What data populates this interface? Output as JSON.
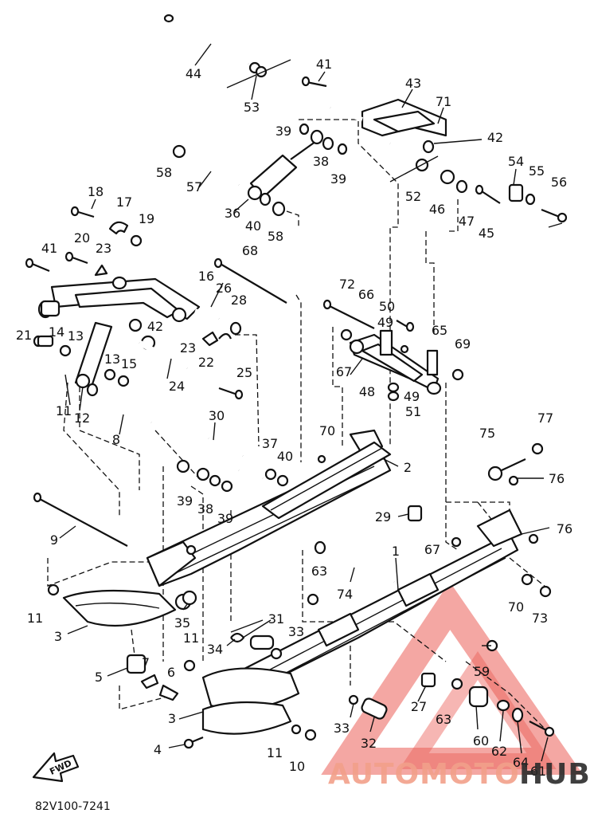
{
  "diagram": {
    "drawing_code": "82V100-7241",
    "forward_arrow_label": "FWD",
    "watermark": {
      "word_light": "AUTOMOTO",
      "word_dark": "HUB",
      "light_color": "#f2a08a",
      "dark_color": "#2b2b2b",
      "logo_color": "#e8433a"
    },
    "callouts": [
      {
        "id": "c44",
        "label": "44"
      },
      {
        "id": "c53",
        "label": "53"
      },
      {
        "id": "c41a",
        "label": "41"
      },
      {
        "id": "c43",
        "label": "43"
      },
      {
        "id": "c71",
        "label": "71"
      },
      {
        "id": "c39a",
        "label": "39"
      },
      {
        "id": "c38a",
        "label": "38"
      },
      {
        "id": "c39b",
        "label": "39"
      },
      {
        "id": "c42a",
        "label": "42"
      },
      {
        "id": "c58a",
        "label": "58"
      },
      {
        "id": "c57",
        "label": "57"
      },
      {
        "id": "c36",
        "label": "36"
      },
      {
        "id": "c40a",
        "label": "40"
      },
      {
        "id": "c58b",
        "label": "58"
      },
      {
        "id": "c52",
        "label": "52"
      },
      {
        "id": "c46",
        "label": "46"
      },
      {
        "id": "c47",
        "label": "47"
      },
      {
        "id": "c54",
        "label": "54"
      },
      {
        "id": "c55",
        "label": "55"
      },
      {
        "id": "c56",
        "label": "56"
      },
      {
        "id": "c45",
        "label": "45"
      },
      {
        "id": "c18",
        "label": "18"
      },
      {
        "id": "c17",
        "label": "17"
      },
      {
        "id": "c19",
        "label": "19"
      },
      {
        "id": "c20",
        "label": "20"
      },
      {
        "id": "c41b",
        "label": "41"
      },
      {
        "id": "c23a",
        "label": "23"
      },
      {
        "id": "c68",
        "label": "68"
      },
      {
        "id": "c16",
        "label": "16"
      },
      {
        "id": "c26",
        "label": "26"
      },
      {
        "id": "c28",
        "label": "28"
      },
      {
        "id": "c72",
        "label": "72"
      },
      {
        "id": "c66",
        "label": "66"
      },
      {
        "id": "c50",
        "label": "50"
      },
      {
        "id": "c21",
        "label": "21"
      },
      {
        "id": "c14",
        "label": "14"
      },
      {
        "id": "c13a",
        "label": "13"
      },
      {
        "id": "c42b",
        "label": "42"
      },
      {
        "id": "c23b",
        "label": "23"
      },
      {
        "id": "c22",
        "label": "22"
      },
      {
        "id": "c49a",
        "label": "49"
      },
      {
        "id": "c65",
        "label": "65"
      },
      {
        "id": "c69",
        "label": "69"
      },
      {
        "id": "c67a",
        "label": "67"
      },
      {
        "id": "c13b",
        "label": "13"
      },
      {
        "id": "c15",
        "label": "15"
      },
      {
        "id": "c25",
        "label": "25"
      },
      {
        "id": "c24",
        "label": "24"
      },
      {
        "id": "c48",
        "label": "48"
      },
      {
        "id": "c49b",
        "label": "49"
      },
      {
        "id": "c51",
        "label": "51"
      },
      {
        "id": "c11a",
        "label": "11"
      },
      {
        "id": "c12",
        "label": "12"
      },
      {
        "id": "c8",
        "label": "8"
      },
      {
        "id": "c30",
        "label": "30"
      },
      {
        "id": "c77",
        "label": "77"
      },
      {
        "id": "c70a",
        "label": "70"
      },
      {
        "id": "c37",
        "label": "37"
      },
      {
        "id": "c40b",
        "label": "40"
      },
      {
        "id": "c75",
        "label": "75"
      },
      {
        "id": "c2",
        "label": "2"
      },
      {
        "id": "c76a",
        "label": "76"
      },
      {
        "id": "c39c",
        "label": "39"
      },
      {
        "id": "c38b",
        "label": "38"
      },
      {
        "id": "c39d",
        "label": "39"
      },
      {
        "id": "c29",
        "label": "29"
      },
      {
        "id": "c9",
        "label": "9"
      },
      {
        "id": "c76b",
        "label": "76"
      },
      {
        "id": "c67b",
        "label": "67"
      },
      {
        "id": "c1",
        "label": "1"
      },
      {
        "id": "c63a",
        "label": "63"
      },
      {
        "id": "c74",
        "label": "74"
      },
      {
        "id": "c11b",
        "label": "11"
      },
      {
        "id": "c35",
        "label": "35"
      },
      {
        "id": "c70b",
        "label": "70"
      },
      {
        "id": "c73",
        "label": "73"
      },
      {
        "id": "c3a",
        "label": "3"
      },
      {
        "id": "c31",
        "label": "31"
      },
      {
        "id": "c33a",
        "label": "33"
      },
      {
        "id": "c11c",
        "label": "11"
      },
      {
        "id": "c34",
        "label": "34"
      },
      {
        "id": "c59",
        "label": "59"
      },
      {
        "id": "c5",
        "label": "5"
      },
      {
        "id": "c7",
        "label": "7"
      },
      {
        "id": "c6",
        "label": "6"
      },
      {
        "id": "c27",
        "label": "27"
      },
      {
        "id": "c63b",
        "label": "63"
      },
      {
        "id": "c3b",
        "label": "3"
      },
      {
        "id": "c33b",
        "label": "33"
      },
      {
        "id": "c60",
        "label": "60"
      },
      {
        "id": "c32",
        "label": "32"
      },
      {
        "id": "c62",
        "label": "62"
      },
      {
        "id": "c64",
        "label": "64"
      },
      {
        "id": "c61",
        "label": "61"
      },
      {
        "id": "c4",
        "label": "4"
      },
      {
        "id": "c11d",
        "label": "11"
      },
      {
        "id": "c10",
        "label": "10"
      }
    ]
  }
}
